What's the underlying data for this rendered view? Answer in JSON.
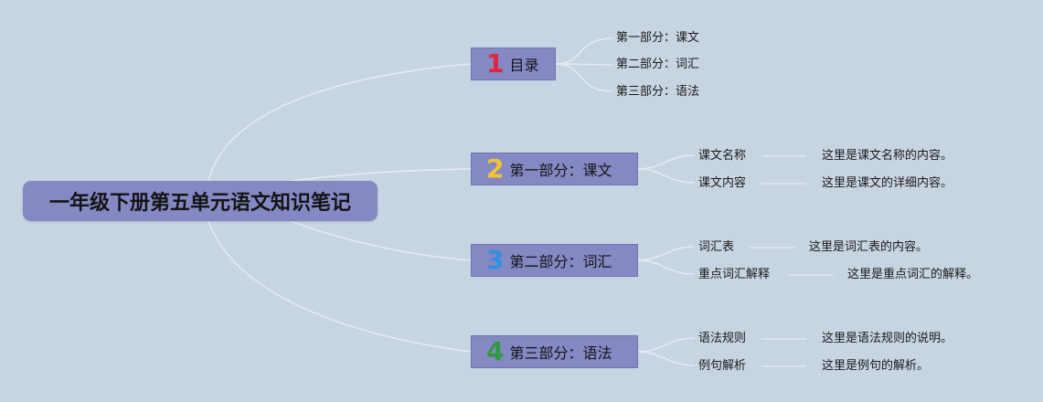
{
  "root": {
    "title": "一年级下册第五单元语文知识笔记"
  },
  "branches": [
    {
      "number": "1",
      "number_color": "#e0253f",
      "title": "目录",
      "children": [
        {
          "label": "第一部分：课文"
        },
        {
          "label": "第二部分：词汇"
        },
        {
          "label": "第三部分：语法"
        }
      ]
    },
    {
      "number": "2",
      "number_color": "#f2c232",
      "title": "第一部分：课文",
      "children": [
        {
          "label": "课文名称",
          "detail": "这里是课文名称的内容。"
        },
        {
          "label": "课文内容",
          "detail": "这里是课文的详细内容。"
        }
      ]
    },
    {
      "number": "3",
      "number_color": "#2f8fe0",
      "title": "第二部分：词汇",
      "children": [
        {
          "label": "词汇表",
          "detail": "这里是词汇表的内容。"
        },
        {
          "label": "重点词汇解释",
          "detail": "这里是重点词汇的解释。"
        }
      ]
    },
    {
      "number": "4",
      "number_color": "#2e9a3e",
      "title": "第三部分：语法",
      "children": [
        {
          "label": "语法规则",
          "detail": "这里是语法规则的说明。"
        },
        {
          "label": "例句解析",
          "detail": "这里是例句的解析。"
        }
      ]
    }
  ],
  "colors": {
    "background": "#c7d4e1",
    "node_fill": "#8488c3",
    "connector": "#e6ebf1"
  }
}
